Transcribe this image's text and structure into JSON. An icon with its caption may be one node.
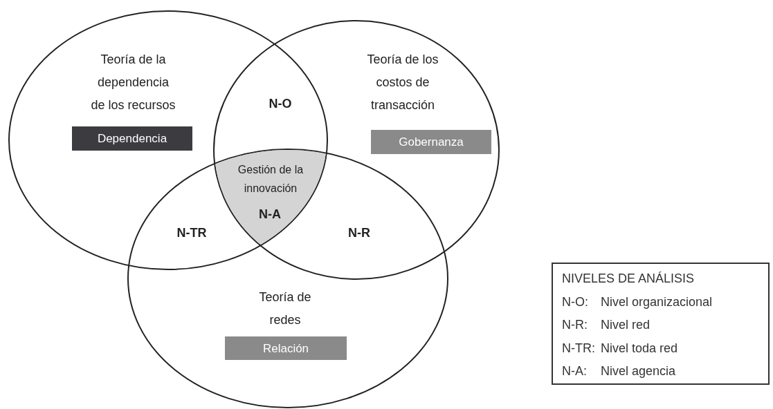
{
  "diagram": {
    "nodes": [
      {
        "text": [
          "Teoría de la dependencia de los recursos"
        ]
      },
      {
        "text": [
          "Dependencia"
        ],
        "in": 0
      },
      {
        "text": [
          "Teoría de los costos de transacción"
        ]
      },
      {
        "text": [
          "Gobernanza"
        ],
        "in": 2
      },
      {
        "text": [
          "Teoría de redes"
        ]
      },
      {
        "text": [
          "Relación"
        ],
        "in": 4
      },
      {
        "text": [
          "Gestión de la innovación",
          "N-A"
        ]
      },
      {
        "text": [
          "NIVELES DE ANÁLISIS",
          "N-O:",
          "Nivel organizacional",
          "N-R:",
          "Nivel red",
          "N-TR:",
          "Nivel toda red",
          "N-A:",
          "Nivel agencia"
        ]
      }
    ],
    "labels": [
      "N-O",
      "N-TR",
      "N-R"
    ]
  }
}
